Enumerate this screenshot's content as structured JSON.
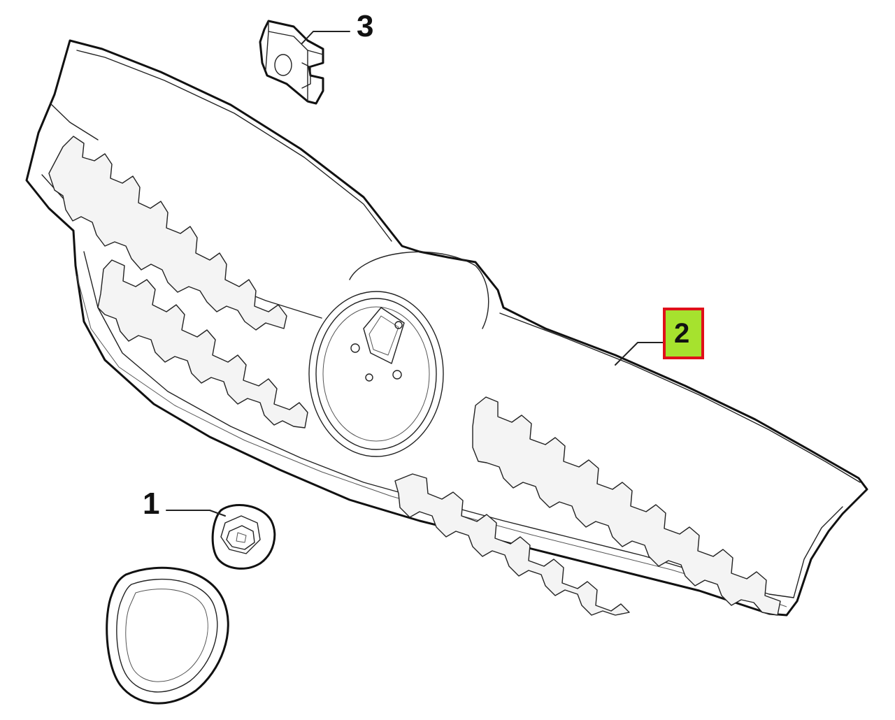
{
  "callouts": {
    "part1": "1",
    "part2": "2",
    "part3": "3"
  },
  "colors": {
    "highlight_fill": "#a6e22e",
    "highlight_border": "#e0101a",
    "line": "#111111"
  }
}
